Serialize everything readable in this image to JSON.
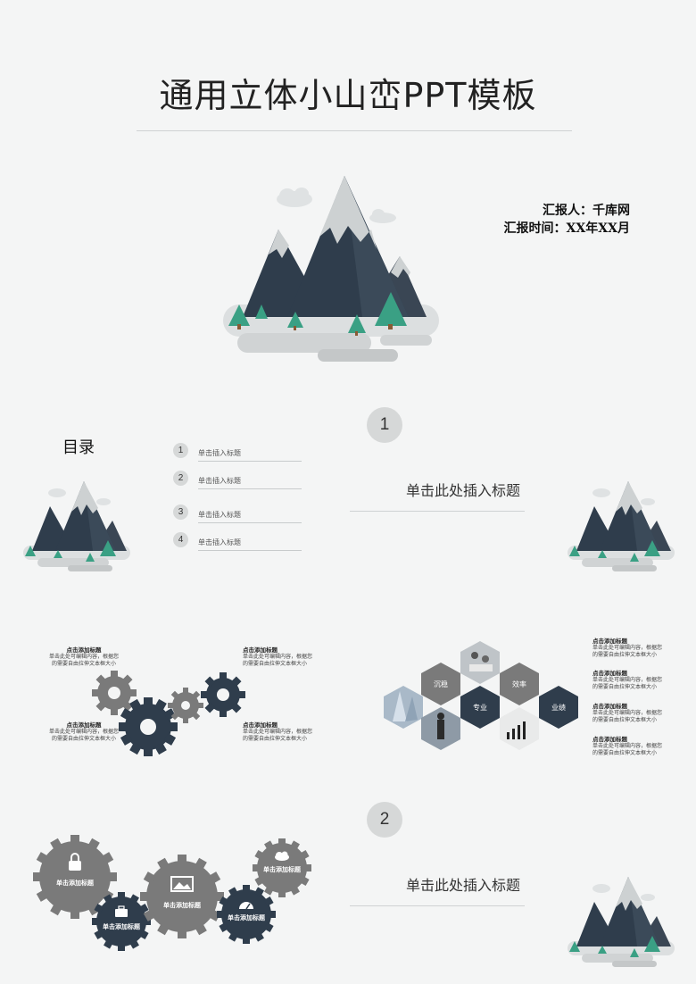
{
  "title": "通用立体小山峦PPT模板",
  "reporter": {
    "label": "汇报人：",
    "name": "千库网",
    "time_label": "汇报时间：",
    "time_value": "XX年XX月"
  },
  "toc": {
    "heading": "目录",
    "items": [
      {
        "num": "1",
        "label": "单击插入标题"
      },
      {
        "num": "2",
        "label": "单击插入标题"
      },
      {
        "num": "3",
        "label": "单击插入标题"
      },
      {
        "num": "4",
        "label": "单击插入标题"
      }
    ]
  },
  "section1": {
    "num": "1",
    "title": "单击此处插入标题"
  },
  "section2": {
    "num": "2",
    "title": "单击此处插入标题"
  },
  "gears_slide": {
    "blocks": [
      {
        "head": "点击添加标题",
        "line1": "单击此处可编辑内容，根据您",
        "line2": "的需要自由拉伸文本框大小"
      },
      {
        "head": "点击添加标题",
        "line1": "单击此处可编辑内容，根据您",
        "line2": "的需要自由拉伸文本框大小"
      },
      {
        "head": "点击添加标题",
        "line1": "单击此处可编辑内容，根据您",
        "line2": "的需要自由拉伸文本框大小"
      },
      {
        "head": "点击添加标题",
        "line1": "单击此处可编辑内容，根据您",
        "line2": "的需要自由拉伸文本框大小"
      }
    ]
  },
  "hex_slide": {
    "hexes": [
      "沉稳",
      "效率",
      "专业",
      "业绩"
    ],
    "blocks": [
      {
        "head": "点击添加标题",
        "line1": "单击此处可编辑内容，根据您",
        "line2": "的需要自由拉伸文本框大小"
      },
      {
        "head": "点击添加标题",
        "line1": "单击此处可编辑内容，根据您",
        "line2": "的需要自由拉伸文本框大小"
      },
      {
        "head": "点击添加标题",
        "line1": "单击此处可编辑内容，根据您",
        "line2": "的需要自由拉伸文本框大小"
      },
      {
        "head": "点击添加标题",
        "line1": "单击此处可编辑内容，根据您",
        "line2": "的需要自由拉伸文本框大小"
      }
    ]
  },
  "gear_icons": {
    "labels": [
      "单击添加标题",
      "单击添加标题",
      "单击添加标题",
      "单击添加标题",
      "单击添加标题"
    ]
  },
  "colors": {
    "dark": "#2f3d4c",
    "gray": "#7a7a7a",
    "snow": "#c9cdce",
    "tree": "#3aa084",
    "bg": "#f4f5f5"
  }
}
